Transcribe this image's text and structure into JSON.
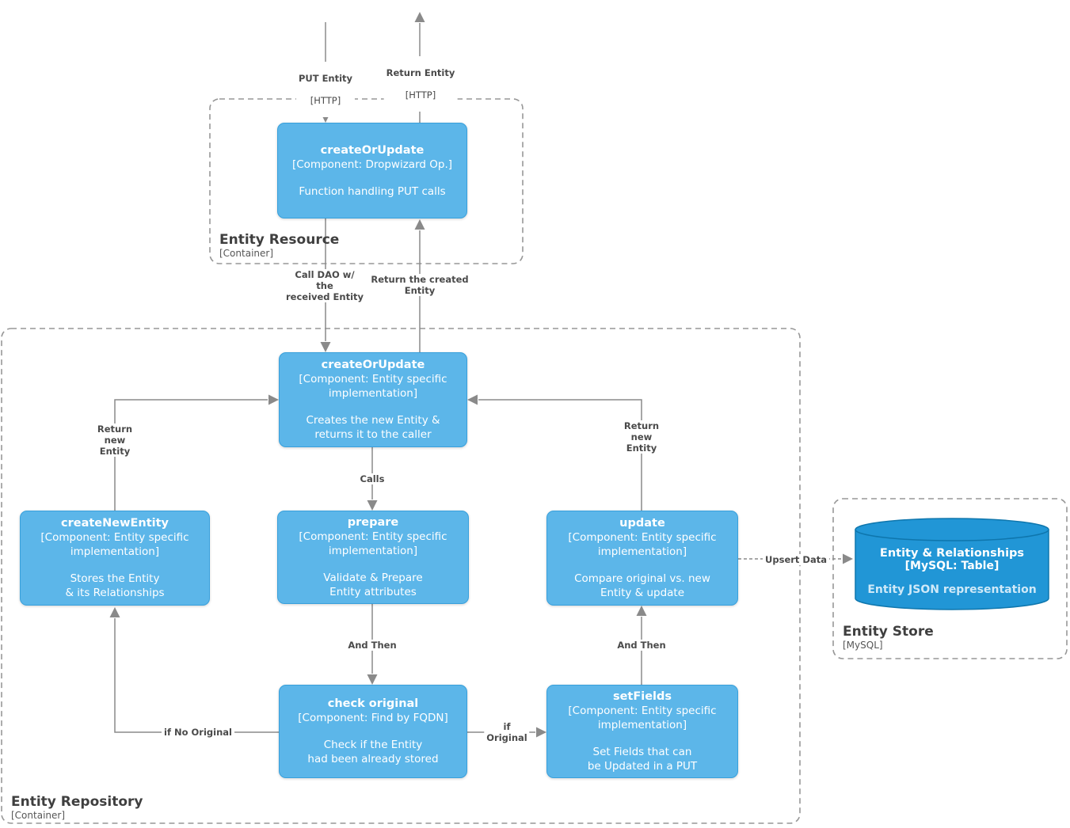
{
  "diagram": {
    "colors": {
      "node_fill": "#5cb6e9",
      "node_border": "#38a0dc",
      "db_fill": "#2196d6",
      "db_border": "#0e76ad",
      "arrow": "#8a8a8a",
      "container_border": "#979797",
      "label_text": "#4a4a4a",
      "node_text": "#ffffff"
    }
  },
  "containers": {
    "resource": {
      "title": "Entity Resource",
      "subtitle": "[Container]"
    },
    "repository": {
      "title": "Entity Repository",
      "subtitle": "[Container]"
    },
    "store": {
      "title": "Entity Store",
      "subtitle": "[MySQL]"
    }
  },
  "nodes": {
    "resource_create": {
      "title": "createOrUpdate",
      "meta": "[Component: Dropwizard Op.]",
      "desc": "Function handling PUT calls"
    },
    "repo_create": {
      "title": "createOrUpdate",
      "meta": "[Component: Entity specific\nimplementation]",
      "desc": "Creates the new Entity &\nreturns it to the caller"
    },
    "create_new": {
      "title": "createNewEntity",
      "meta": "[Component: Entity specific\nimplementation]",
      "desc": "Stores the Entity\n& its Relationships"
    },
    "prepare": {
      "title": "prepare",
      "meta": "[Component: Entity specific\nimplementation]",
      "desc": "Validate & Prepare\nEntity attributes"
    },
    "update": {
      "title": "update",
      "meta": "[Component: Entity specific\nimplementation]",
      "desc": "Compare original vs. new\nEntity & update"
    },
    "check_original": {
      "title": "check original",
      "meta": "[Component: Find by FQDN]",
      "desc": "Check if the Entity\nhad been already stored"
    },
    "set_fields": {
      "title": "setFields",
      "meta": "[Component: Entity specific\nimplementation]",
      "desc": "Set Fields that can\nbe Updated in a PUT"
    },
    "store_table": {
      "title": "Entity & Relationships",
      "meta": "[MySQL: Table]",
      "desc": "Entity JSON representation"
    }
  },
  "edges": {
    "put": {
      "label": "PUT Entity",
      "tech": "[HTTP]"
    },
    "return_entity": {
      "label": "Return Entity",
      "tech": "[HTTP]"
    },
    "call_dao": {
      "label": "Call DAO w/\nthe\nreceived Entity"
    },
    "return_created": {
      "label": "Return the created\nEntity"
    },
    "calls": {
      "label": "Calls"
    },
    "and_then_left": {
      "label": "And Then"
    },
    "and_then_right": {
      "label": "And Then"
    },
    "return_new_left": {
      "label": "Return\nnew\nEntity"
    },
    "return_new_right": {
      "label": "Return\nnew\nEntity"
    },
    "if_no_original": {
      "label": "if No Original"
    },
    "if_original": {
      "label": "if\nOriginal"
    },
    "upsert": {
      "label": "Upsert Data"
    }
  }
}
